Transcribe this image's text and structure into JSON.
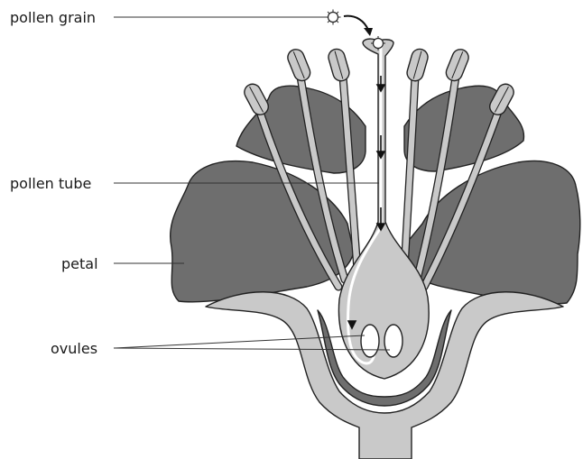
{
  "labels": {
    "pollen_grain": "pollen grain",
    "pollen_tube": "pollen tube",
    "petal": "petal",
    "ovules": "ovules"
  },
  "colors": {
    "petal": "#6e6e6e",
    "tissue": "#c9c9c9",
    "outline": "#222222",
    "background": "#ffffff"
  }
}
